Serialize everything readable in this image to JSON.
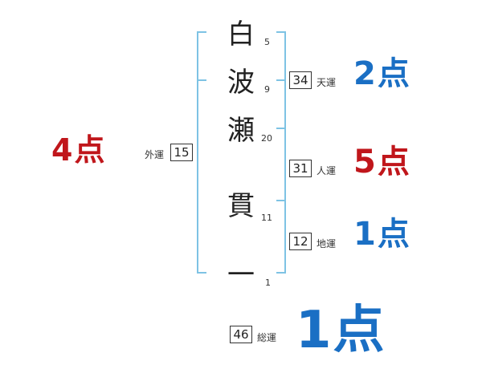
{
  "name_chars": [
    {
      "char": "白",
      "strokes": "5"
    },
    {
      "char": "波",
      "strokes": "9"
    },
    {
      "char": "瀬",
      "strokes": "20"
    },
    {
      "char": "貫",
      "strokes": "11"
    },
    {
      "char": "一",
      "strokes": "1"
    }
  ],
  "tenkaku": {
    "value": "34",
    "label": "天運",
    "score": "2点",
    "color": "#1a6fc4"
  },
  "jinkaku": {
    "value": "31",
    "label": "人運",
    "score": "5点",
    "color": "#c0161b"
  },
  "chikaku": {
    "value": "12",
    "label": "地運",
    "score": "1点",
    "color": "#1a6fc4"
  },
  "gaikaku": {
    "value": "15",
    "label": "外運",
    "score": "4点",
    "color": "#c0161b"
  },
  "soukaku": {
    "value": "46",
    "label": "総運",
    "score": "1点",
    "color": "#1a6fc4"
  },
  "colors": {
    "bracket": "#7ec3e4"
  }
}
